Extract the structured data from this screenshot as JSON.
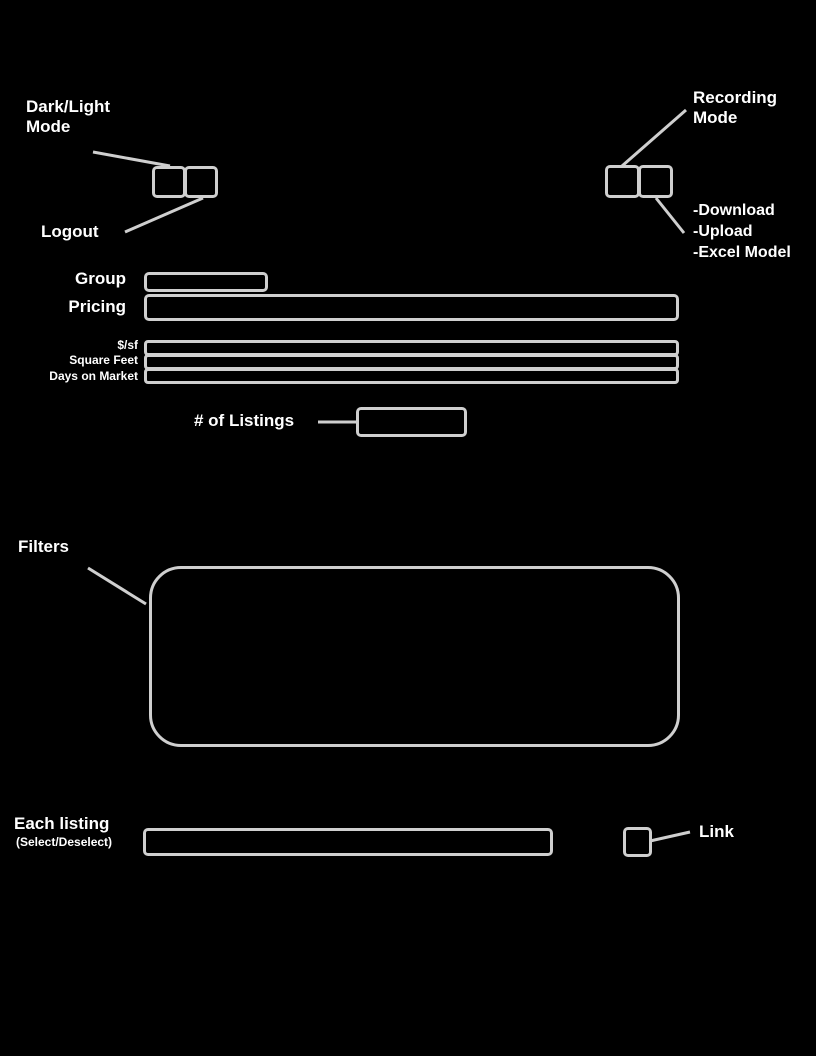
{
  "annotations": {
    "dark_light_mode": "Dark/Light\nMode",
    "logout": "Logout",
    "recording_mode": "Recording\nMode",
    "export_menu": [
      "-Download",
      "-Upload",
      "-Excel Model"
    ],
    "group": "Group",
    "pricing": "Pricing",
    "price_per_sf": "$/sf",
    "square_feet": "Square Feet",
    "days_on_market": "Days on Market",
    "num_listings": "# of Listings",
    "filters": "Filters",
    "each_listing": "Each listing",
    "each_listing_sub": "(Select/Deselect)",
    "link": "Link"
  },
  "colors": {
    "background": "#000000",
    "outline": "#cfcfcf",
    "text": "#ffffff"
  }
}
